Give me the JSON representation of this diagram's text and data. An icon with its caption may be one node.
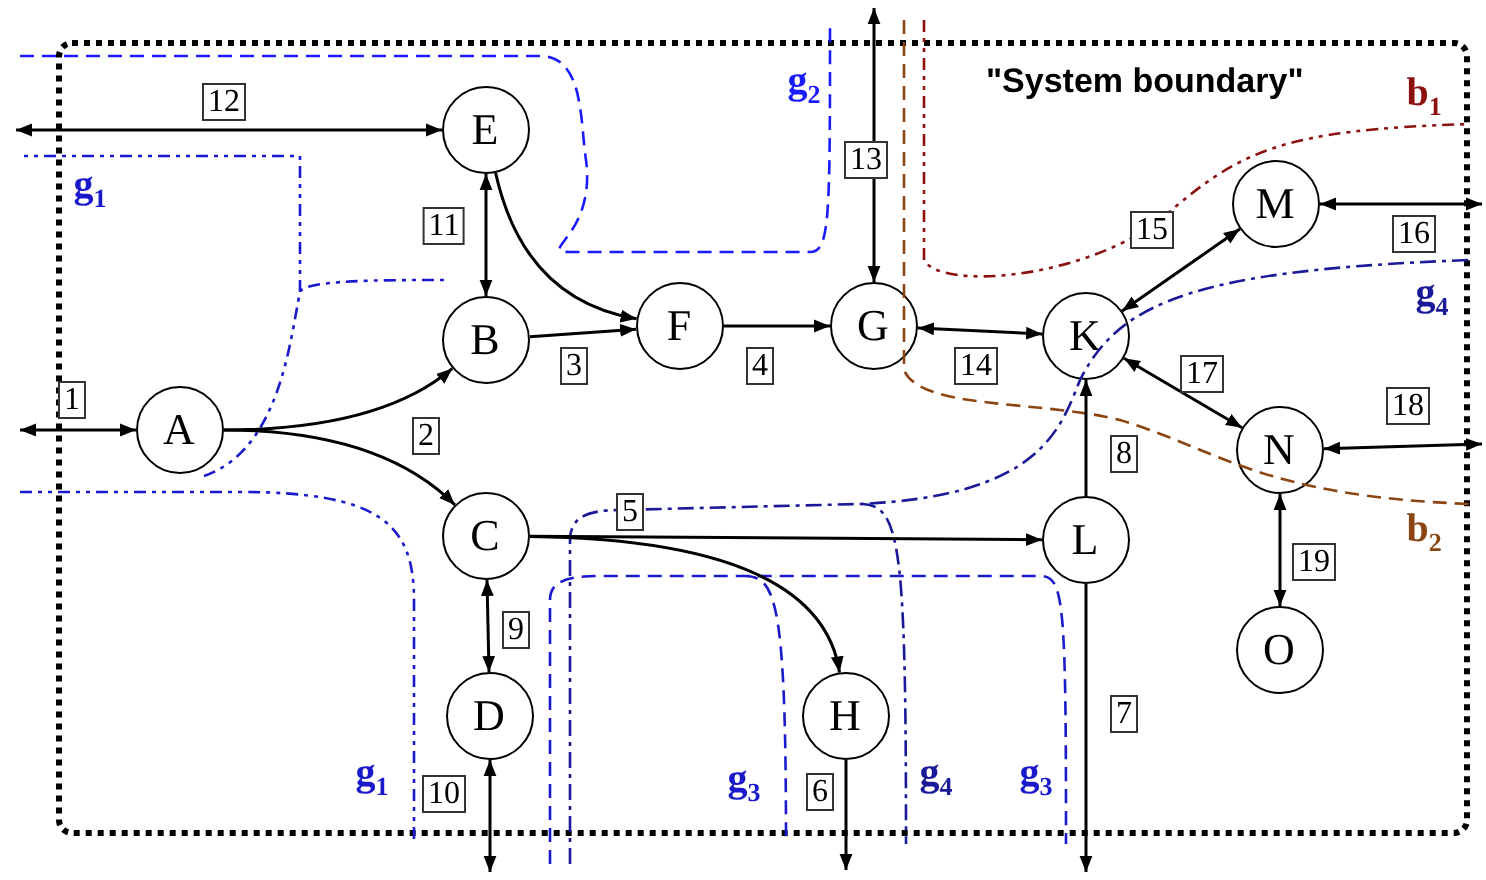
{
  "diagram": {
    "nodes": [
      {
        "text": [
          "\"System boundary\""
        ]
      },
      {
        "text": [
          "A"
        ],
        "in": 0
      },
      {
        "text": [
          "B"
        ],
        "in": 0
      },
      {
        "text": [
          "C"
        ],
        "in": 0
      },
      {
        "text": [
          "D"
        ],
        "in": 0
      },
      {
        "text": [
          "E"
        ],
        "in": 0
      },
      {
        "text": [
          "F"
        ],
        "in": 0
      },
      {
        "text": [
          "G"
        ],
        "in": 0
      },
      {
        "text": [
          "H"
        ],
        "in": 0
      },
      {
        "text": [
          "K"
        ],
        "in": 0
      },
      {
        "text": [
          "L"
        ],
        "in": 0
      },
      {
        "text": [
          "M"
        ],
        "in": 0
      },
      {
        "text": [
          "N"
        ],
        "in": 0
      },
      {
        "text": [
          "O"
        ],
        "in": 0
      }
    ],
    "edges": [
      {
        "from": null,
        "to": 1,
        "arrow": "both",
        "label": "1"
      },
      {
        "from": 1,
        "to": 2,
        "arrow": "to",
        "label": "2"
      },
      {
        "from": 1,
        "to": 3,
        "arrow": "to"
      },
      {
        "from": 2,
        "to": 6,
        "arrow": "to",
        "label": "3"
      },
      {
        "from": 6,
        "to": 7,
        "arrow": "to",
        "label": "4"
      },
      {
        "from": 3,
        "to": 10,
        "arrow": "to",
        "label": "5"
      },
      {
        "from": 3,
        "to": 8,
        "arrow": "to"
      },
      {
        "from": 8,
        "to": null,
        "arrow": "to",
        "label": "6"
      },
      {
        "from": 10,
        "to": null,
        "arrow": "to",
        "label": "7"
      },
      {
        "from": 10,
        "to": 9,
        "arrow": "to",
        "label": "8"
      },
      {
        "from": 3,
        "to": 4,
        "arrow": "both",
        "label": "9"
      },
      {
        "from": 4,
        "to": null,
        "arrow": "both",
        "label": "10"
      },
      {
        "from": 2,
        "to": 5,
        "arrow": "both",
        "label": "11"
      },
      {
        "from": 5,
        "to": 6,
        "arrow": "to"
      },
      {
        "from": 5,
        "to": null,
        "arrow": "both",
        "label": "12"
      },
      {
        "from": 7,
        "to": null,
        "arrow": "both",
        "label": "13"
      },
      {
        "from": 7,
        "to": 9,
        "arrow": "both",
        "label": "14"
      },
      {
        "from": 9,
        "to": 11,
        "arrow": "both",
        "label": "15"
      },
      {
        "from": 11,
        "to": null,
        "arrow": "both",
        "label": "16"
      },
      {
        "from": 9,
        "to": 12,
        "arrow": "both",
        "label": "17"
      },
      {
        "from": 12,
        "to": null,
        "arrow": "both",
        "label": "18"
      },
      {
        "from": 12,
        "to": 13,
        "arrow": "both",
        "label": "19"
      }
    ],
    "labels": [
      "g$_{2}$",
      "b$_{1}$",
      "g$_{1}$",
      "g$_{4}$",
      "b$_{2}$",
      "g$_{1}$",
      "g$_{3}$",
      "g$_{4}$",
      "g$_{3}$"
    ]
  }
}
